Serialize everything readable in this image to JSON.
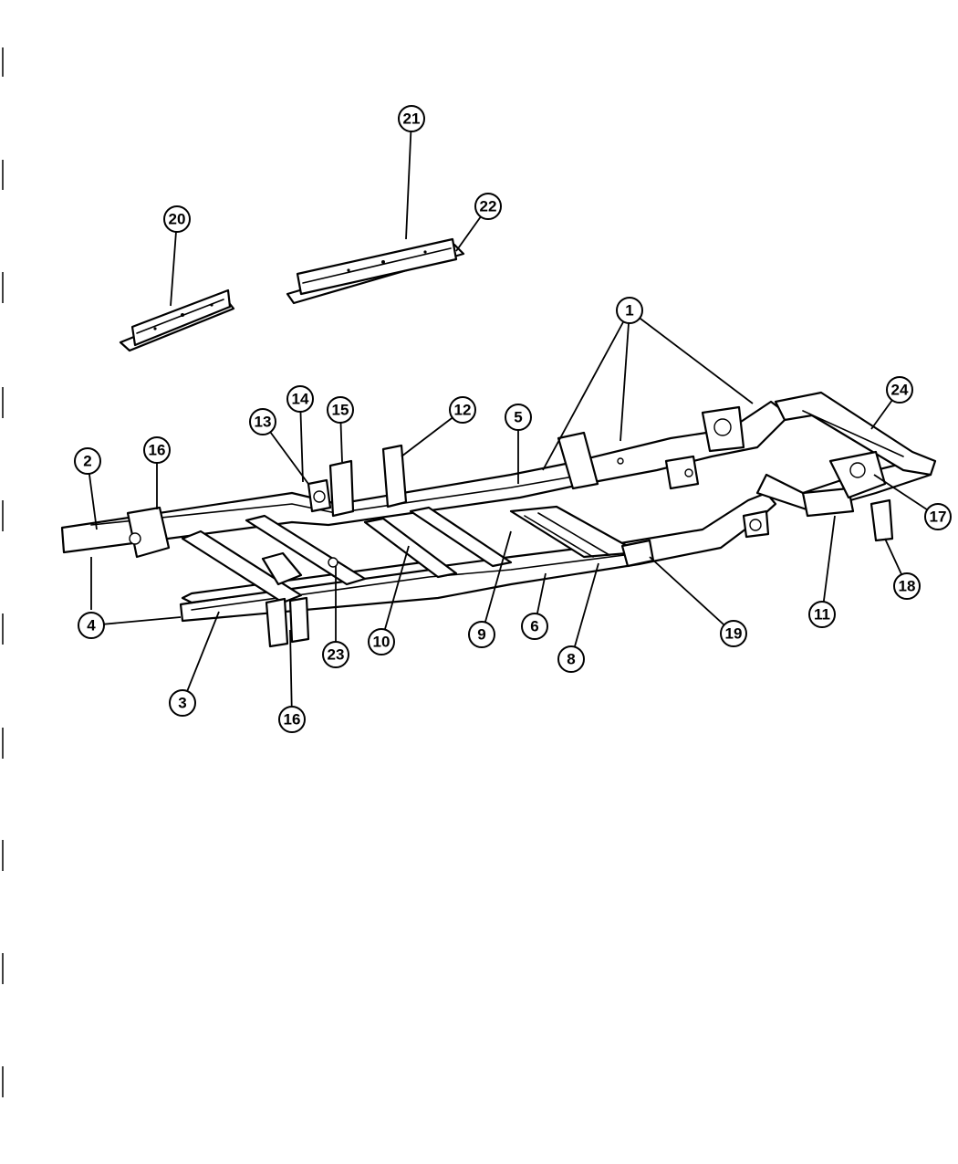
{
  "diagram": {
    "type": "exploded parts diagram",
    "subject": "vehicle frame and crossmembers",
    "callouts": [
      "1",
      "2",
      "3",
      "4",
      "5",
      "6",
      "8",
      "9",
      "10",
      "11",
      "12",
      "13",
      "14",
      "15",
      "16",
      "16",
      "17",
      "18",
      "19",
      "20",
      "21",
      "22",
      "23",
      "24"
    ]
  }
}
